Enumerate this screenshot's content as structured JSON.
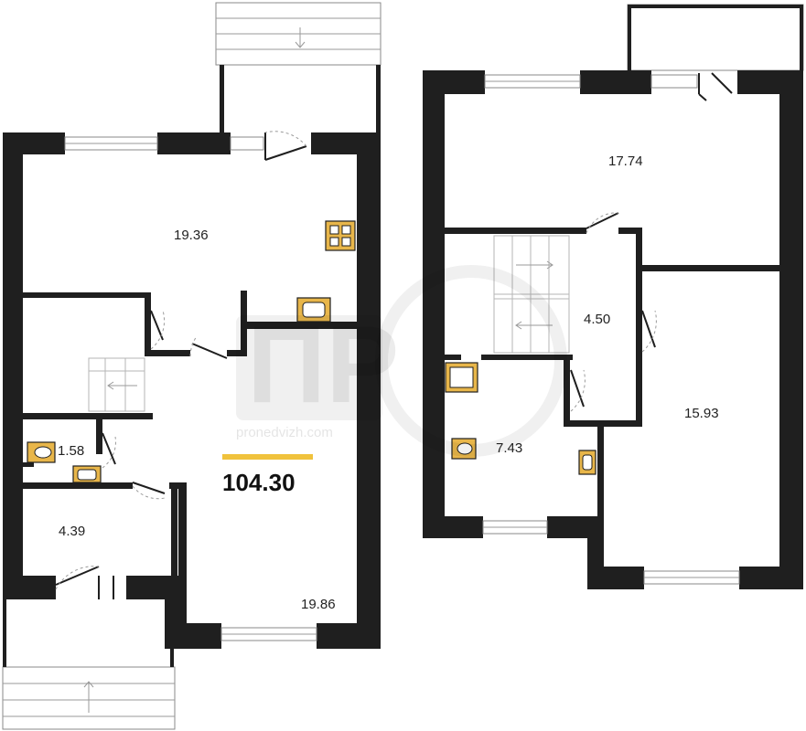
{
  "plan": {
    "total_area": "104.30",
    "accent_color": "#f0c23c",
    "fixture_color": "#e8b64a",
    "watermark": {
      "logo": "ПР",
      "site": "pronedvizh.com"
    },
    "ground_floor": {
      "rooms": [
        {
          "id": "kitchen-living",
          "area": "19.36"
        },
        {
          "id": "hall",
          "area": "19.86"
        },
        {
          "id": "bathroom",
          "area": "1.58"
        },
        {
          "id": "storage",
          "area": "4.39"
        }
      ]
    },
    "upper_floor": {
      "rooms": [
        {
          "id": "bedroom-north",
          "area": "17.74"
        },
        {
          "id": "corridor",
          "area": "4.50"
        },
        {
          "id": "bathroom-upper",
          "area": "7.43"
        },
        {
          "id": "bedroom-south",
          "area": "15.93"
        }
      ]
    }
  }
}
